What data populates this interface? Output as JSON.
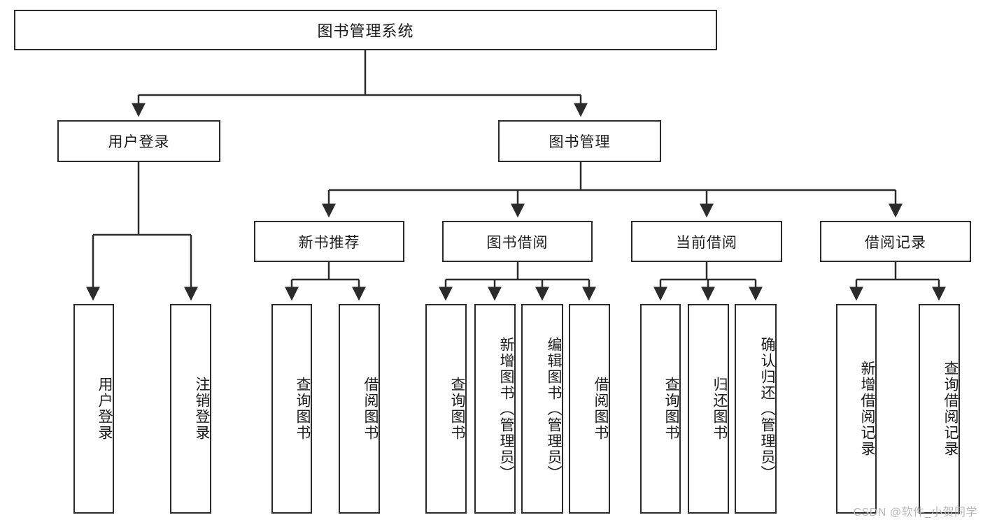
{
  "diagram": {
    "type": "tree",
    "title": "图书管理系统",
    "watermark": "CSDN @软件_小贺同学",
    "colors": {
      "stroke": "#2b2b2b",
      "fill": "#ffffff",
      "text": "#1b1b1b",
      "watermark": "#b9b9b9"
    },
    "nodes": {
      "root": "图书管理系统",
      "level2": {
        "user_login": "用户登录",
        "book_manage": "图书管理"
      },
      "level3": {
        "new_book_rec": "新书推荐",
        "book_borrow": "图书借阅",
        "current_borrow": "当前借阅",
        "borrow_record": "借阅记录"
      },
      "leaves": {
        "user_login_1": "用户登录",
        "user_login_2": "注销登录",
        "new_book_rec_1": "查询图书",
        "new_book_rec_2": "借阅图书",
        "book_borrow_1": "查询图书",
        "book_borrow_2": "新增图书（管理员）",
        "book_borrow_3": "编辑图书（管理员）",
        "book_borrow_4": "借阅图书",
        "current_borrow_1": "查询图书",
        "current_borrow_2": "归还图书",
        "current_borrow_3": "确认归还（管理员）",
        "borrow_record_1": "新增借阅记录",
        "borrow_record_2": "查询借阅记录"
      }
    }
  }
}
